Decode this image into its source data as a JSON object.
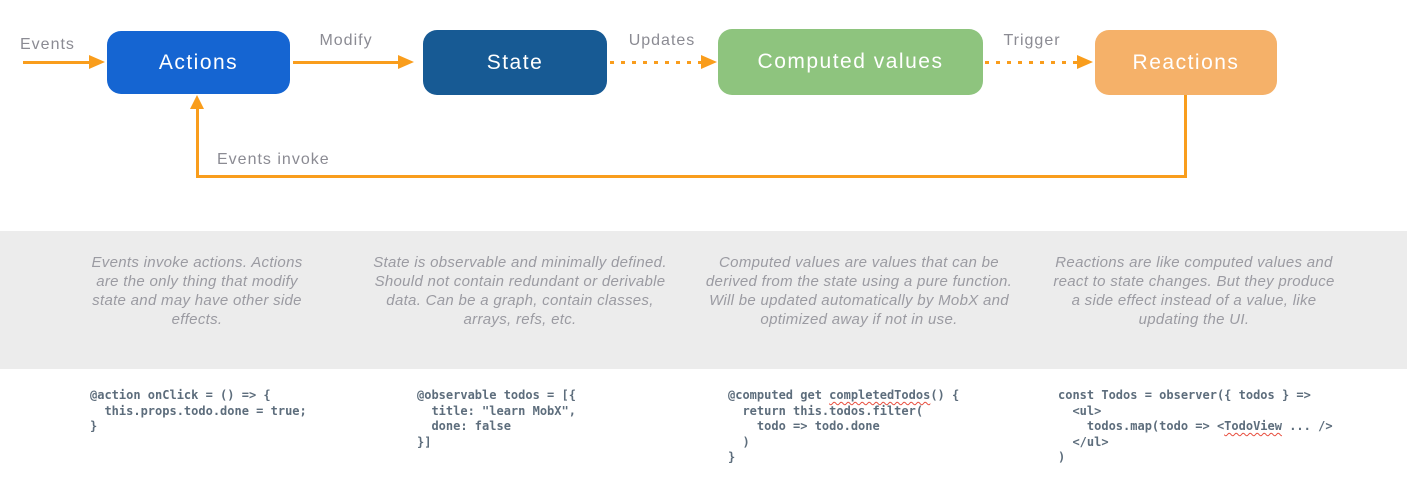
{
  "flow": {
    "input_label": "Events",
    "nodes": [
      {
        "label": "Actions",
        "color": "#1565d2",
        "text_color": "#ffffff"
      },
      {
        "label": "State",
        "color": "#175a94",
        "text_color": "#ffffff"
      },
      {
        "label": "Computed values",
        "color": "#8ec47e",
        "text_color": "#ffffff"
      },
      {
        "label": "Reactions",
        "color": "#f5b169",
        "text_color": "#ffffff"
      }
    ],
    "edges": [
      {
        "label": "Modify",
        "style": "solid"
      },
      {
        "label": "Updates",
        "style": "dotted"
      },
      {
        "label": "Trigger",
        "style": "dotted"
      }
    ],
    "feedback_label": "Events invoke",
    "arrow_color": "#f99d1c",
    "edge_label_color": "#8b8b93"
  },
  "band": {
    "background_color": "#ececec",
    "text_color": "#9b9ba2"
  },
  "descriptions": [
    "Events invoke actions. Actions are the only thing that modify state and may have other side effects.",
    "State is observable and minimally defined. Should not contain redundant or derivable data. Can be a graph, contain classes, arrays, refs, etc.",
    "Computed values are values that can be derived from the state using a pure function. Will be updated automatically by MobX and optimized away if not in use.",
    "Reactions are like computed values and react to state changes. But they produce a side effect instead of a value, like updating the UI."
  ],
  "code": {
    "text_color": "#5d6d7c",
    "spellcheck_color": "#e74c3c",
    "blocks": [
      {
        "lines": [
          "@action onClick = () => {",
          "  this.props.todo.done = true;",
          "}"
        ],
        "misspelled_words": []
      },
      {
        "lines": [
          "@observable todos = [{",
          "  title: \"learn MobX\",",
          "  done: false",
          "}]"
        ],
        "misspelled_words": []
      },
      {
        "lines": [
          "@computed get completedTodos() {",
          "  return this.todos.filter(",
          "    todo => todo.done",
          "  )",
          "}"
        ],
        "misspelled_words": [
          "completedTodos"
        ]
      },
      {
        "lines": [
          "const Todos = observer({ todos } =>",
          "  <ul>",
          "    todos.map(todo => <TodoView ... />",
          "  </ul>",
          ")"
        ],
        "misspelled_words": [
          "TodoView"
        ]
      }
    ]
  }
}
